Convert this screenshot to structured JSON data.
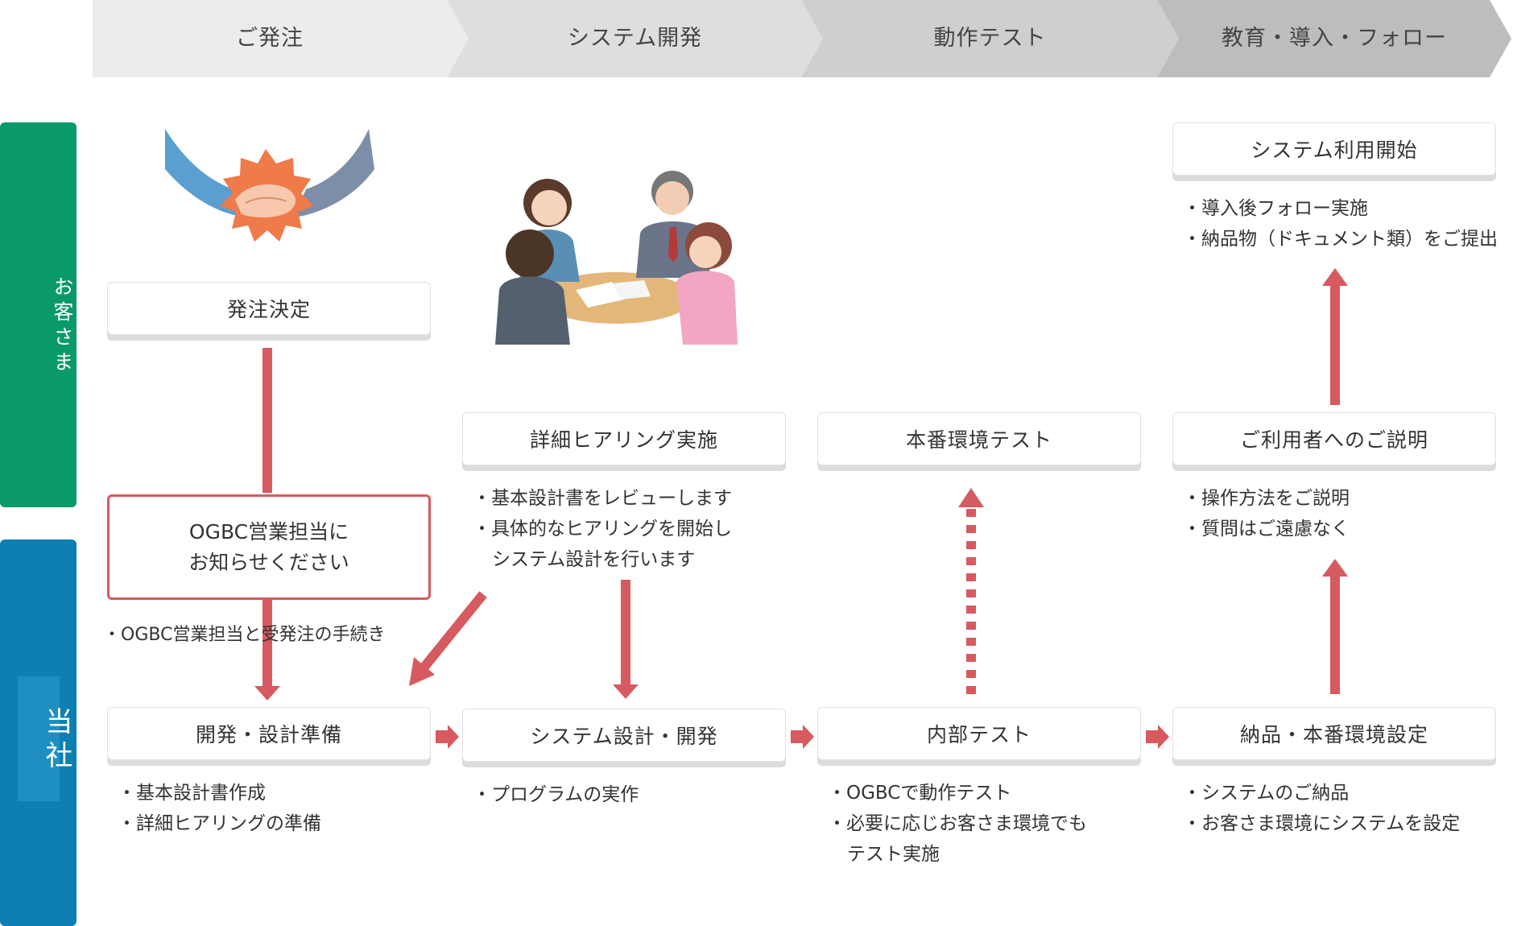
{
  "phases": [
    "ご発注",
    "システム開発",
    "動作テスト",
    "教育・導入・フォロー"
  ],
  "lanes": {
    "customer": "お客さま",
    "company": "当社"
  },
  "boxes": {
    "order_decision": "発注決定",
    "contact_line1": "OGBC営業担当に",
    "contact_line2": "お知らせください",
    "dev_prep": "開発・設計準備",
    "detail_hearing": "詳細ヒアリング実施",
    "system_design": "システム設計・開発",
    "production_test": "本番環境テスト",
    "internal_test": "内部テスト",
    "system_start": "システム利用開始",
    "user_explanation": "ご利用者へのご説明",
    "delivery": "納品・本番環境設定"
  },
  "notes": {
    "contact_procedure": [
      "OGBC営業担当と受発注の手続き"
    ],
    "dev_prep": [
      "基本設計書作成",
      "詳細ヒアリングの準備"
    ],
    "detail_hearing": [
      "基本設計書をレビューします",
      "具体的なヒアリングを開始し"
    ],
    "detail_hearing_cont": "システム設計を行います",
    "system_design": [
      "プログラムの実作"
    ],
    "internal_test": [
      "OGBCで動作テスト",
      "必要に応じお客さま環境でも"
    ],
    "internal_test_cont": "テスト実施",
    "system_start": [
      "導入後フォロー実施",
      "納品物（ドキュメント類）をご提出"
    ],
    "user_explanation": [
      "操作方法をご説明",
      "質問はご遠慮なく"
    ],
    "delivery": [
      "システムのご納品",
      "お客さま環境にシステムを設定"
    ]
  },
  "colors": {
    "arrow": "#d65a5f",
    "customer_lane": "#0a9a68",
    "company_lane": "#0d7fb2"
  },
  "icons": [
    "handshake-illustration",
    "meeting-illustration"
  ]
}
